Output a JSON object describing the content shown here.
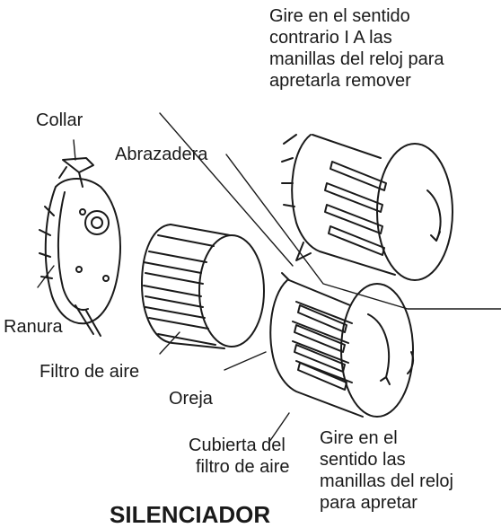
{
  "labels": {
    "collar": "Collar",
    "abrazadera": "Abrazadera",
    "ranura": "Ranura",
    "filtro": "Filtro de aire",
    "oreja": "Oreja",
    "cubierta": [
      "Cubierta del",
      "filtro de aire"
    ]
  },
  "instructions": {
    "remove": [
      "Gire en el sentido",
      "contrario  I A las",
      "manillas del reloj para",
      "apretarla remover"
    ],
    "tighten": [
      "Gire en el",
      "sentido las",
      "manillas del reloj",
      "para apretar"
    ]
  },
  "heading": "SILENCIADOR"
}
